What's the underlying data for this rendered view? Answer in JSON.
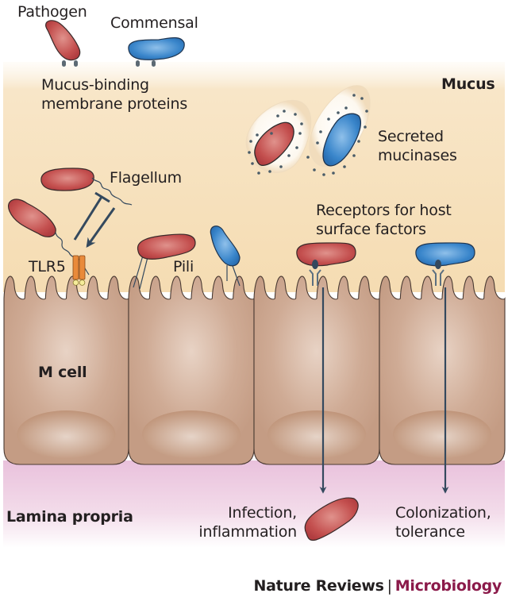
{
  "figure": {
    "type": "biology schematic",
    "subject": "Bacterial adhesion to intestinal mucus and epithelium"
  },
  "regions": {
    "mucus": "Mucus",
    "lamina_propria": "Lamina propria",
    "m_cell": "M cell"
  },
  "legend": {
    "pathogen": "Pathogen",
    "commensal": "Commensal"
  },
  "labels": {
    "mucus_binding_line1": "Mucus-binding",
    "mucus_binding_line2": "membrane proteins",
    "secreted_line1": "Secreted",
    "secreted_line2": "mucinases",
    "flagellum": "Flagellum",
    "tlr5": "TLR5",
    "pili": "Pili",
    "receptors_line1": "Receptors for host",
    "receptors_line2": "surface factors",
    "infection_line1": "Infection,",
    "infection_line2": "inflammation",
    "colonization_line1": "Colonization,",
    "colonization_line2": "tolerance"
  },
  "footer": {
    "journal": "Nature Reviews",
    "separator": "|",
    "section": "Microbiology"
  },
  "colors": {
    "pathogen": "#c0474a",
    "commensal": "#2f7fc4",
    "mucus": "#f5dfb6",
    "cell": "#c9a38c",
    "lamina_propria": "#ecc8df",
    "arrow": "#34495e",
    "tlr5": "#e98a3a",
    "footer_section": "#8b1a4a"
  }
}
